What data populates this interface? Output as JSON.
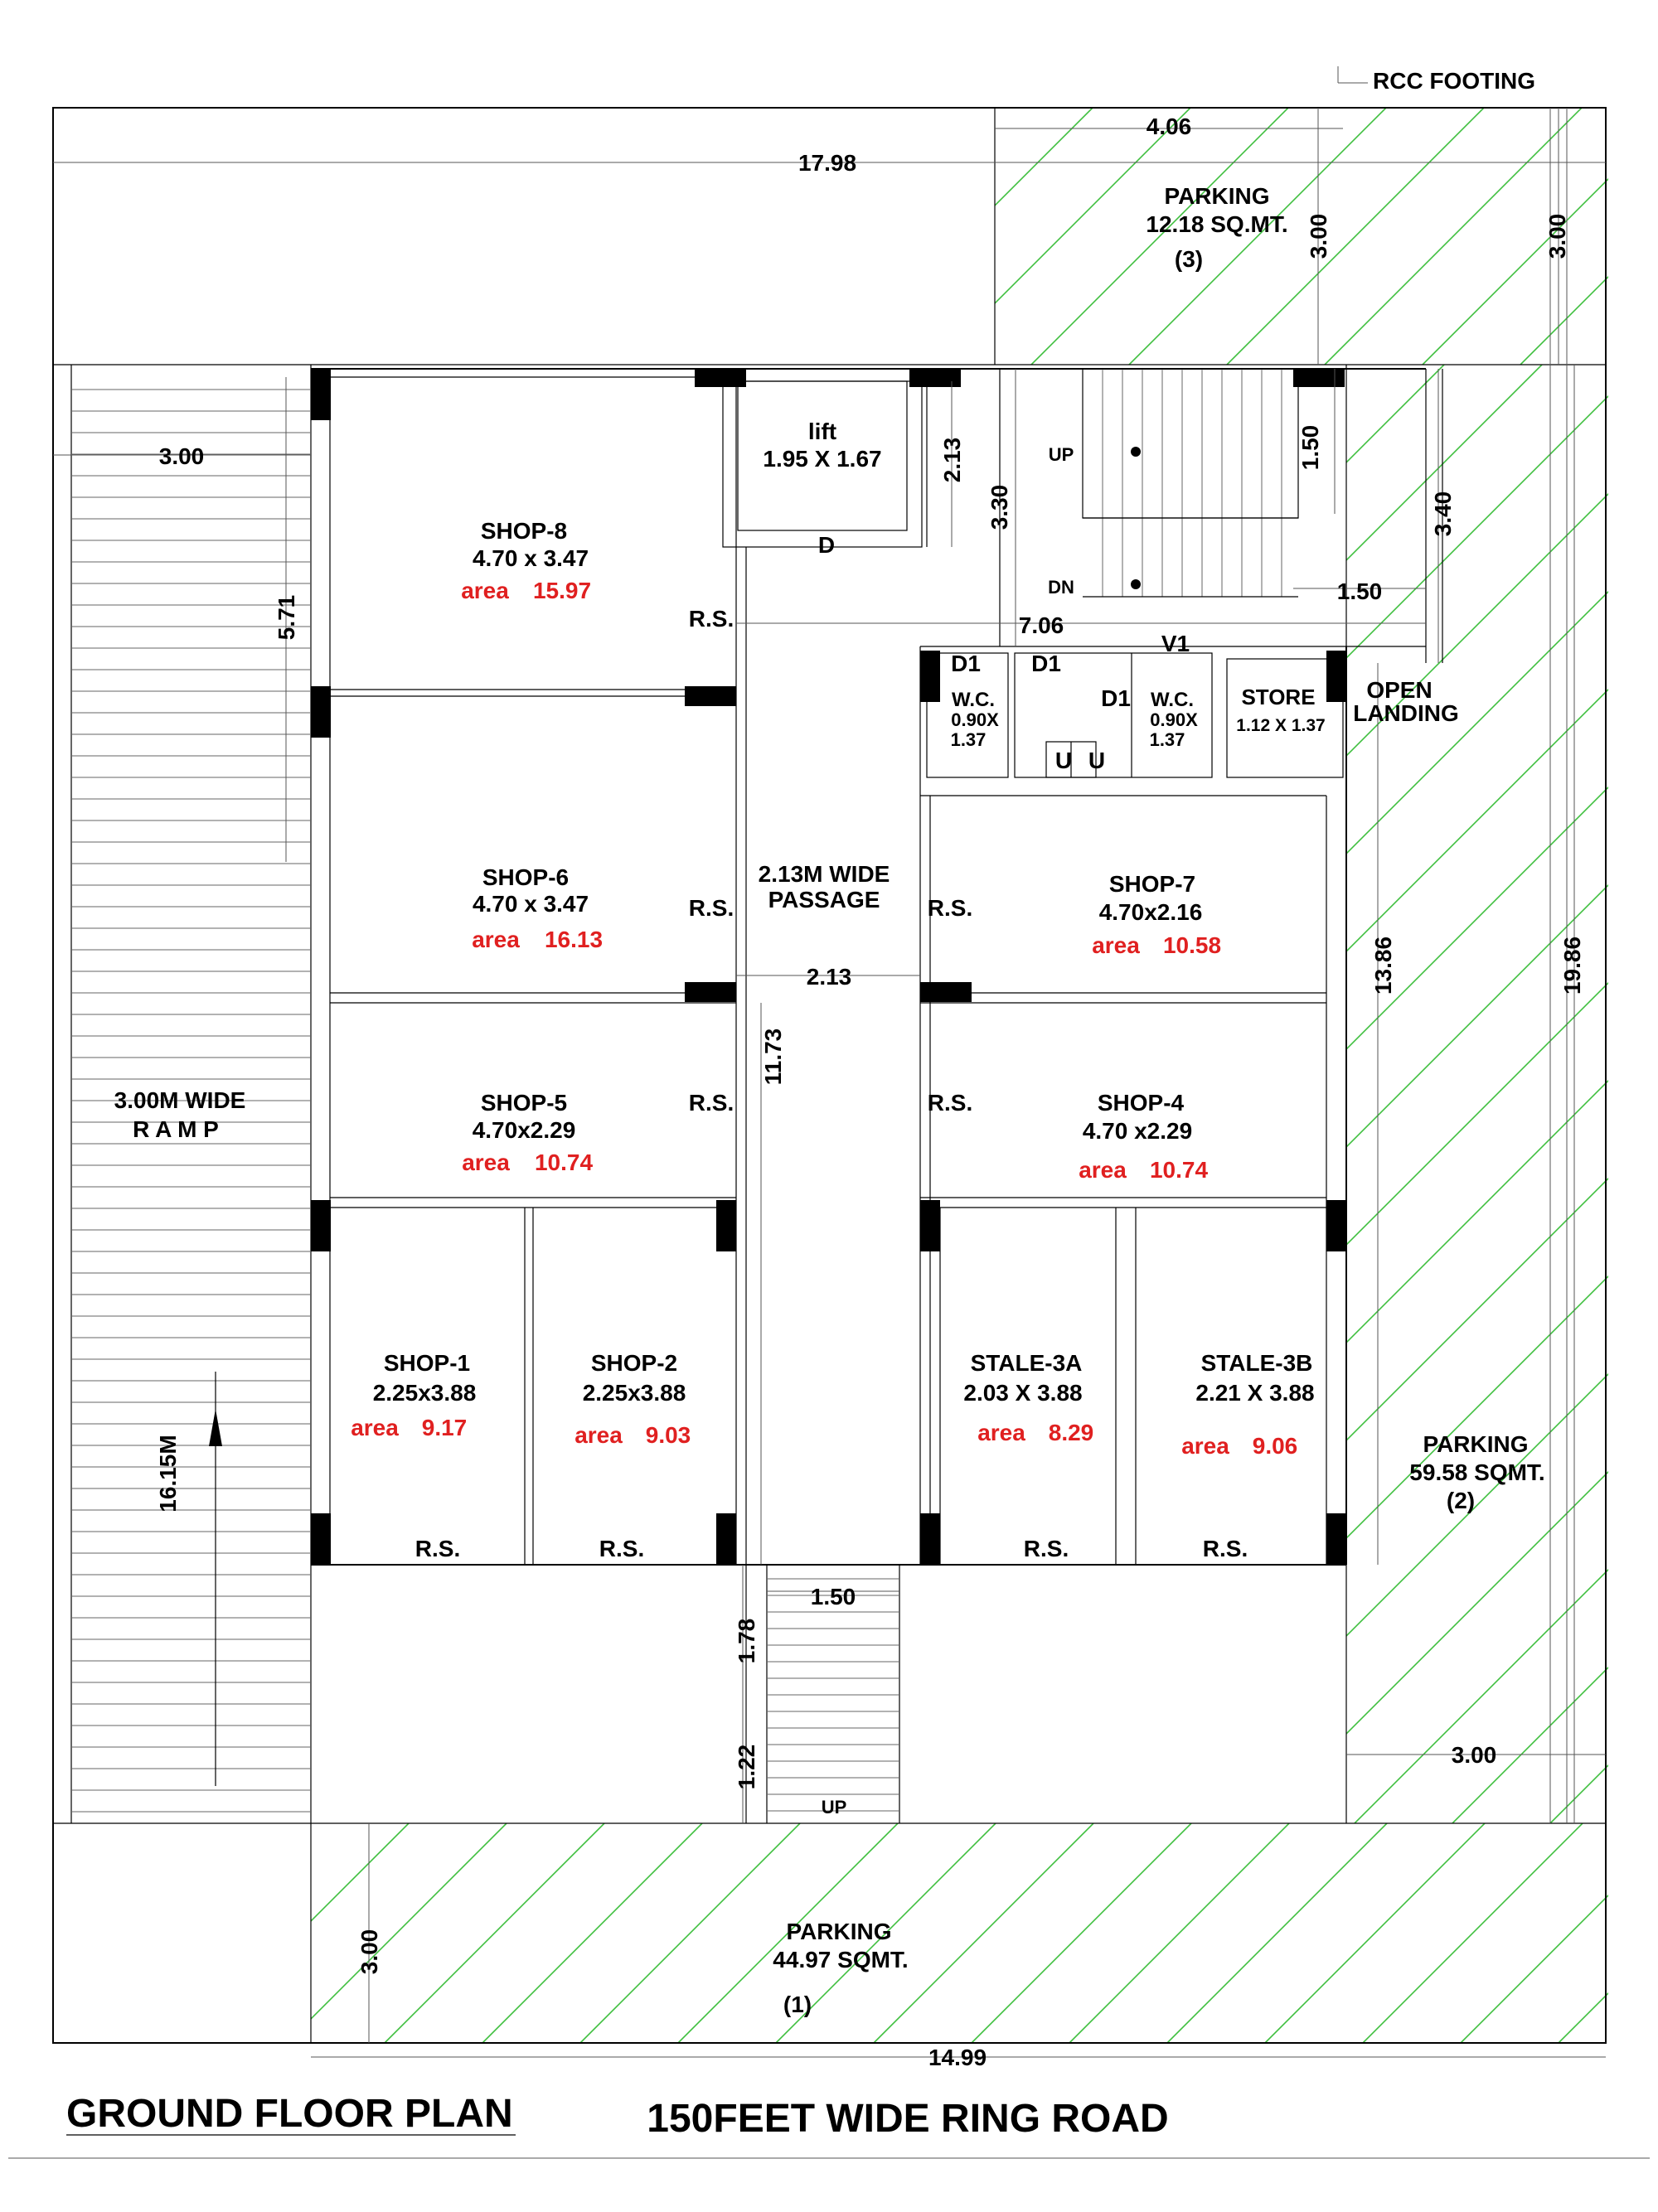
{
  "title": "GROUND FLOOR PLAN",
  "road": "150FEET WIDE RING ROAD",
  "rcc_footing": "RCC FOOTING",
  "colors": {
    "area": "#e02020",
    "hatch": "#3fbf3f",
    "line": "#000000"
  },
  "shops": {
    "shop8": {
      "name": "SHOP-8",
      "size": "4.70 x 3.47",
      "area_label": "area",
      "area": "15.97"
    },
    "shop6": {
      "name": "SHOP-6",
      "size": "4.70 x 3.47",
      "area_label": "area",
      "area": "16.13"
    },
    "shop5": {
      "name": "SHOP-5",
      "size": "4.70x2.29",
      "area_label": "area",
      "area": "10.74"
    },
    "shop7": {
      "name": "SHOP-7",
      "size": "4.70x2.16",
      "area_label": "area",
      "area": "10.58"
    },
    "shop4": {
      "name": "SHOP-4",
      "size": "4.70 x2.29",
      "area_label": "area",
      "area": "10.74"
    },
    "shop1": {
      "name": "SHOP-1",
      "size": "2.25x3.88",
      "area_label": "area",
      "area": "9.17"
    },
    "shop2": {
      "name": "SHOP-2",
      "size": "2.25x3.88",
      "area_label": "area",
      "area": "9.03"
    },
    "stale3a": {
      "name": "STALE-3A",
      "size": "2.03 X 3.88",
      "area_label": "area",
      "area": "8.29"
    },
    "stale3b": {
      "name": "STALE-3B",
      "size": "2.21 X 3.88",
      "area_label": "area",
      "area": "9.06"
    }
  },
  "lift": {
    "name": "lift",
    "size": "1.95 X 1.67",
    "door": "D"
  },
  "passage": {
    "line1": "2.13M WIDE",
    "line2": "PASSAGE"
  },
  "ramp": {
    "line1": "3.00M WIDE",
    "line2": "R A M P",
    "length": "16.15M"
  },
  "services": {
    "wc1": {
      "name": "W.C.",
      "l2": "0.90X",
      "l3": "1.37",
      "door": "D1"
    },
    "wc2": {
      "name": "W.C.",
      "l2": "0.90X",
      "l3": "1.37",
      "door": "D1"
    },
    "urinal_door": "D1",
    "urinal": "U",
    "vent": "V1",
    "store": {
      "name": "STORE",
      "size": "1.12 X 1.37"
    },
    "open_landing": {
      "l1": "OPEN",
      "l2": "LANDING"
    },
    "up": "UP",
    "dn": "DN"
  },
  "rs": "R.S.",
  "parking": {
    "p1": {
      "name": "PARKING",
      "area": "44.97 SQMT.",
      "no": "(1)"
    },
    "p2": {
      "name": "PARKING",
      "area": "59.58 SQMT.",
      "no": "(2)"
    },
    "p3": {
      "name": "PARKING",
      "area": "12.18 SQ.MT.",
      "no": "(3)"
    }
  },
  "dims": {
    "d1798": "17.98",
    "d406": "4.06",
    "d300a": "3.00",
    "d300b": "3.00",
    "d300c": "3.00",
    "d300d": "3.00",
    "d300e": "3.00",
    "d571": "5.71",
    "d213v": "2.13",
    "d330": "3.30",
    "d150a": "1.50",
    "d340": "3.40",
    "d150b": "1.50",
    "d706": "7.06",
    "d213h": "2.13",
    "d1173": "11.73",
    "d1386": "13.86",
    "d1986": "19.86",
    "d150c": "1.50",
    "d178": "1.78",
    "d122": "1.22",
    "d1499": "14.99",
    "stair_up": "UP"
  }
}
